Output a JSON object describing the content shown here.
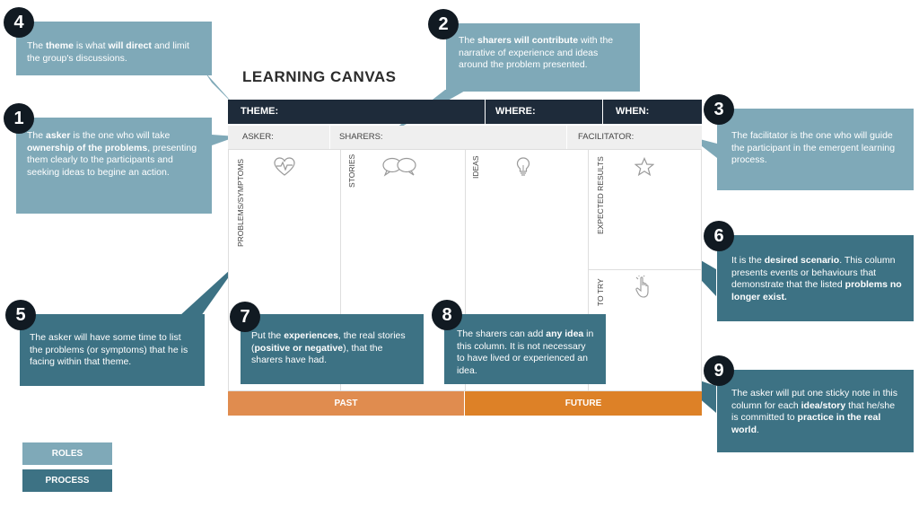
{
  "title": "LEARNING CANVAS",
  "header": {
    "theme": "THEME:",
    "where": "WHERE:",
    "when": "WHEN:"
  },
  "roles": {
    "asker": "ASKER:",
    "sharers": "SHARERS:",
    "facilitator": "FACILITATOR:"
  },
  "columns": {
    "problems": "PROBLEMS/SYMPTOMS",
    "stories": "STORIES",
    "ideas": "IDEAS",
    "expected": "EXPECTED RESULTS",
    "totry": "TO TRY"
  },
  "timeline": {
    "past": "PAST",
    "future": "FUTURE"
  },
  "legend": {
    "roles": "ROLES",
    "process": "PROCESS"
  },
  "callouts": {
    "c1": {
      "num": "1",
      "t1": "The ",
      "b1": "asker",
      "t2": " is the one who will take ",
      "b2": "ownership of the problems",
      "t3": ", presenting them clearly to the participants and seeking ideas to begine an action."
    },
    "c2": {
      "num": "2",
      "t1": "The ",
      "b1": "sharers will contribute",
      "t2": " with the narrative of experience and ideas around the problem presented."
    },
    "c3": {
      "num": "3",
      "t1": "The facilitator is the one who will guide the participant in the emergent learning process."
    },
    "c4": {
      "num": "4",
      "t1": "The ",
      "b1": "theme",
      "t2": " is what ",
      "b2": "will direct",
      "t3": " and limit the group's discussions."
    },
    "c5": {
      "num": "5",
      "t1": "The asker will have some time to list the problems (or symptoms) that he is facing within that theme."
    },
    "c6": {
      "num": "6",
      "t1": "It is the ",
      "b1": "desired scenario",
      "t2": ". This column presents events or behaviours that demonstrate that the listed ",
      "b2": "problems no longer exist."
    },
    "c7": {
      "num": "7",
      "t1": "Put the ",
      "b1": "experiences",
      "t2": ", the real stories (",
      "b2": "positive or negative",
      "t3": "), that the sharers have had."
    },
    "c8": {
      "num": "8",
      "t1": "The sharers can add ",
      "b1": "any idea",
      "t2": " in this column. It is not necessary to have lived or experienced an idea."
    },
    "c9": {
      "num": "9",
      "t1": "The asker will put one sticky note in this column for each ",
      "b1": "idea/story",
      "t2": " that he/she is committed to ",
      "b2": "practice in the real world",
      "t3": "."
    }
  },
  "icons": {
    "problems": "heart-pulse-icon",
    "stories": "speech-bubbles-icon",
    "ideas": "lightbulb-icon",
    "expected": "star-icon",
    "totry": "pointer-hand-icon"
  },
  "colors": {
    "roles_box": "#7fa9b8",
    "process_box": "#3d7284",
    "header_bar": "#1e2b3a",
    "past": "#e08c4f",
    "future": "#dd8127",
    "badge": "#111a22"
  }
}
